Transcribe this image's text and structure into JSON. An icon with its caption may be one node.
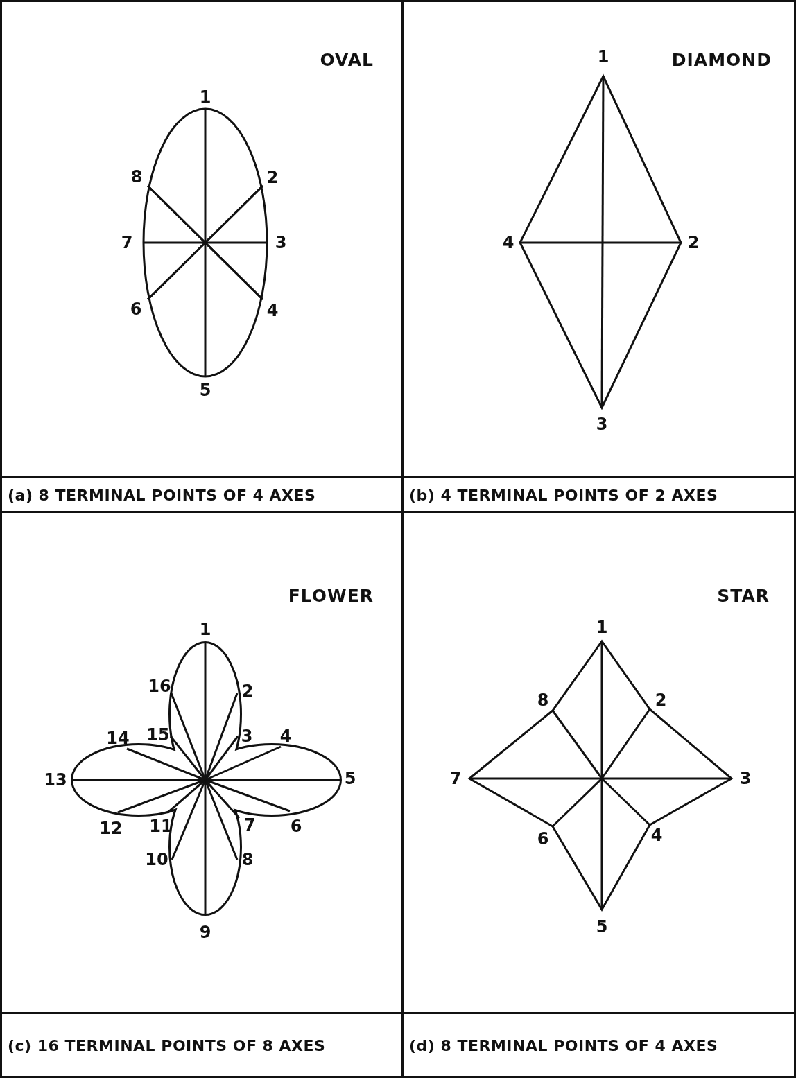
{
  "diagram": {
    "nodes": [
      {
        "text": [
          "OVAL"
        ]
      },
      {
        "text": [
          "DIAMOND"
        ]
      },
      {
        "text": [
          "(a) 8 TERMINAL POINTS OF 4 AXES"
        ]
      },
      {
        "text": [
          "(b) 4 TERMINAL POINTS OF 2 AXES"
        ]
      },
      {
        "text": [
          "FLOWER"
        ]
      },
      {
        "text": [
          "STAR"
        ]
      },
      {
        "text": [
          "(c) 16 TERMINAL POINTS OF 8 AXES"
        ]
      },
      {
        "text": [
          "(d) 8 TERMINAL POINTS OF 4 AXES"
        ]
      }
    ],
    "labels": [
      "1",
      "2",
      "3",
      "4",
      "5",
      "6",
      "7",
      "8",
      "1",
      "2",
      "3",
      "4",
      "1",
      "2",
      "3",
      "4",
      "5",
      "6",
      "7",
      "8",
      "9",
      "10",
      "11",
      "12",
      "13",
      "14",
      "15",
      "16",
      "1",
      "2",
      "3",
      "4",
      "5",
      "6",
      "7",
      "8"
    ]
  }
}
